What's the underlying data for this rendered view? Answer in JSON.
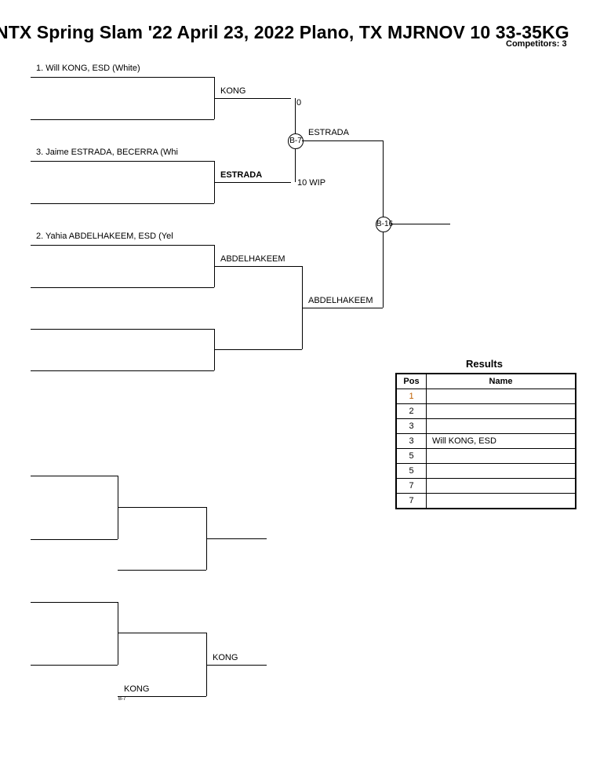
{
  "header": {
    "title": "NTX Spring Slam '22  April 23, 2022  Plano, TX   MJRNOV 10 33-35KG",
    "competitors": "Competitors: 3"
  },
  "bracket": {
    "seed1": "1. Will KONG, ESD (White)",
    "seed3": "3. Jaime ESTRADA, BECERRA (Whi",
    "seed2": "2. Yahia ABDELHAKEEM, ESD (Yel",
    "r1_top_name": "KONG",
    "r1_top_score": "0",
    "r1_bot_name": "ESTRADA",
    "r1_bot_score": "10 WIP",
    "r1_bout": "B-7",
    "r2_top_name": "ESTRADA",
    "r1b_name": "ABDELHAKEEM",
    "r2_bot_name": "ABDELHAKEEM",
    "final_bout": "B-16"
  },
  "consolation": {
    "repechage_winner": "KONG",
    "repechage_entry": "KONG",
    "repechage_source": "B-7"
  },
  "results": {
    "title": "Results",
    "col_pos": "Pos",
    "col_name": "Name",
    "rows": [
      {
        "pos": "1",
        "name": ""
      },
      {
        "pos": "2",
        "name": ""
      },
      {
        "pos": "3",
        "name": ""
      },
      {
        "pos": "3",
        "name": "Will KONG, ESD"
      },
      {
        "pos": "5",
        "name": ""
      },
      {
        "pos": "5",
        "name": ""
      },
      {
        "pos": "7",
        "name": ""
      },
      {
        "pos": "7",
        "name": ""
      }
    ]
  }
}
